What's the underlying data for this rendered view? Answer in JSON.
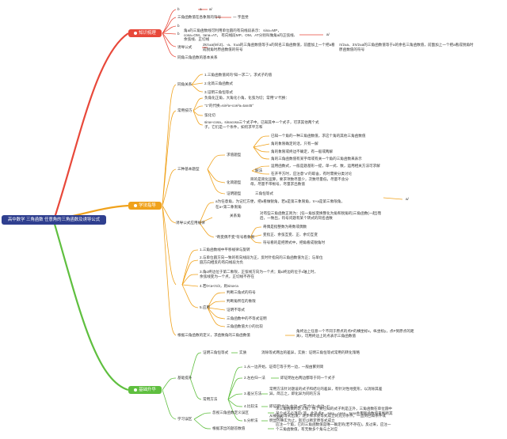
{
  "root": "高中数学 三角函数 任意角的三角函数及诱导公式",
  "branches": {
    "knowledge": "知识梳理",
    "learning": "学法指导",
    "practice": "基础升华"
  },
  "colors": {
    "red": "#e8483a",
    "orange": "#f0a21c",
    "green": "#5fbf3f",
    "root": "#2f3f8f"
  },
  "k": {
    "sin": "b",
    "sin_v": "a",
    "sin_r": "a/",
    "cos": "b",
    "sign_note": "三角函数值在各象限的符号",
    "sign_rule": "一 字直觉",
    "tan": "b",
    "line_tag": "b",
    "line_def": "角a的三角函数线可利用单位圆的有向线段表示： sina=MP， cosa=OM，tana=AT， 有向线段MP、OM、AT分别叫做角a的正弦线、余弦线、正切线",
    "line_end": "a/",
    "induce_tag": "诱导公式",
    "induce_a": "2kπ±a(k∈Z)、-a、π±a的三角函数值等于a的同名三角函数值，前面加上一个把a看成锐角时原函数值的符号",
    "induce_b": "π/2±a、3π/2±a的三角函数值等于a的余名三角函数值，前面加上一个把a看成锐角时原函数值的符号",
    "basic": "同角三角函数的基本关系"
  },
  "l": {
    "same": "同角关系",
    "same1": "1.三角函数值间的\"知一求二\"，求式子的值",
    "same2": "2.化简三角函数式",
    "same3": "3.证明三角恒等式",
    "tips": "常用技巧",
    "tip1": "负角化正角，大角化小角，化弦为切；常用\"1\"代换：",
    "tip2": "\"1\"的代换=sin²a+cos²a=tan45°",
    "tip3": "弦化切",
    "tip4": "sina+cosa，sinacosa三个式子中，已知其中一个式子，可求其他两个式子，它们是一个条件，如何求平方和",
    "three": "三种基本题型",
    "qa": "求值题型",
    "qa1": "已知一个角的一种三角函数值，求这个角的其他三角函数值",
    "qa2": "角的象限确定的话，只有一解",
    "qa3": "角的象限或终边不确定，有一般或两解",
    "qa4": "角的三角函数值有某字母或有关一个角的三角函数来表示",
    "solve": "解法",
    "solve1": "运用函数式，一般是题基形一提，单一式、数，运用相关方法可求解",
    "solve2": "在开平方时，应注意\"±\"的取舍，有时需要分类讨论",
    "simp": "化简题型",
    "simp1": "目的是简化运算，要求项数尽量少，次数尽量低，尽量不含分母，尽量不带根号，尽量求出数值",
    "prove": "证明题型",
    "prove1": "三角恒等式",
    "usage": "诱导公式应用规律",
    "u1": "a为任意角，为记忆方便，把a看做锐角，若a是第三象限角，π+a是第三象限角，",
    "u1b": "在a+第二象限角",
    "u2": "从到角的，符号看象限",
    "u2tag": "关系角",
    "u3": "对有些三角函数正则为：{任一角加变换整化为角和锐角的}三角函数{一起}而后，一致出，符号问题有某个转式的同名函数",
    "u3b": "问题中，把角的位置看在一角上",
    "u3end": "a/",
    "var": "\"奇变偶不变\"符号看象限",
    "var1": "奇偶是指整数为奇数或偶数",
    "var2": "变指正、余弦互变、正、余切互变",
    "var3": "符号看的是把原式中，把角看成锐角时",
    "st1": "1.三角函数线中平移规律与旋转",
    "st2": "2.与单位圆方向一致的有向线段为正，反时针指向的三角函数值为正；与单位圆方向相反的有向线段为负",
    "st3": "3.角α终边位于第二象限，正弦线方向为一个点；角α终边的位于x轴上时，余弦线变为一个点，正切线不存在",
    "st4": "4.若0<a<π/2，则sina<a",
    "st5": "5.应用",
    "app1": "判断三角式的符号",
    "app2": "判断角所在的象限",
    "app3": "证明不等式",
    "app4": "三角函数中的不等式证明",
    "app5": "三角函数值大小的比较",
    "def": "根据三角函数的定义，求函数角的三角函数值",
    "def1": "角终边上任意一个不同于原点的点P的横坐标x，纵坐标y，点P到原点的距离r，可用终边上的点表示三角函数值"
  },
  "p": {
    "lift": "基础提升",
    "proveeq": "证明三角恒等式",
    "essence": "实质",
    "essence1": "消除等式两边的差异，实质：证明三角恒等式常用的转化策略",
    "method": "常用方法",
    "m1": "1.从一边开始，证得它等于另一边，一般由繁到简",
    "m2": "2.左右归一法",
    "m2b": "即证明左右两边都等于同一个式子",
    "m3": "3.差分方法",
    "m3b": "常用方法针对题设的式子和结论的差异，有针对性地变形，以消除其差异，简言之，即化异为同的方法",
    "m4": "4.比较法",
    "m4b": "即证明\"左边-右边=0\"或\"左边÷右边=1\"",
    "m5": "5.分析法",
    "m5b": "从被证的等式出发，逐步探求使等式成立的充分条件，一直到已知条件或明显的事实为止，就可以断定原等式成立",
    "study": "学习误区",
    "e1": "忽视三角函数定义误区",
    "e1b": "求三角函数的定义值，除了要已知的式子利是正外，三角函数在单位圆中某个式子必须是r.等，此外点P，sina，cosa，tana会用到函数值来判断其正负",
    "e2": "根据求出的题答数值",
    "e2b": "应注一个角，它的三角函数值是唯一确定的(若不存在)，反过来，应注一个三角函数值，有无数多个角与之对应"
  }
}
